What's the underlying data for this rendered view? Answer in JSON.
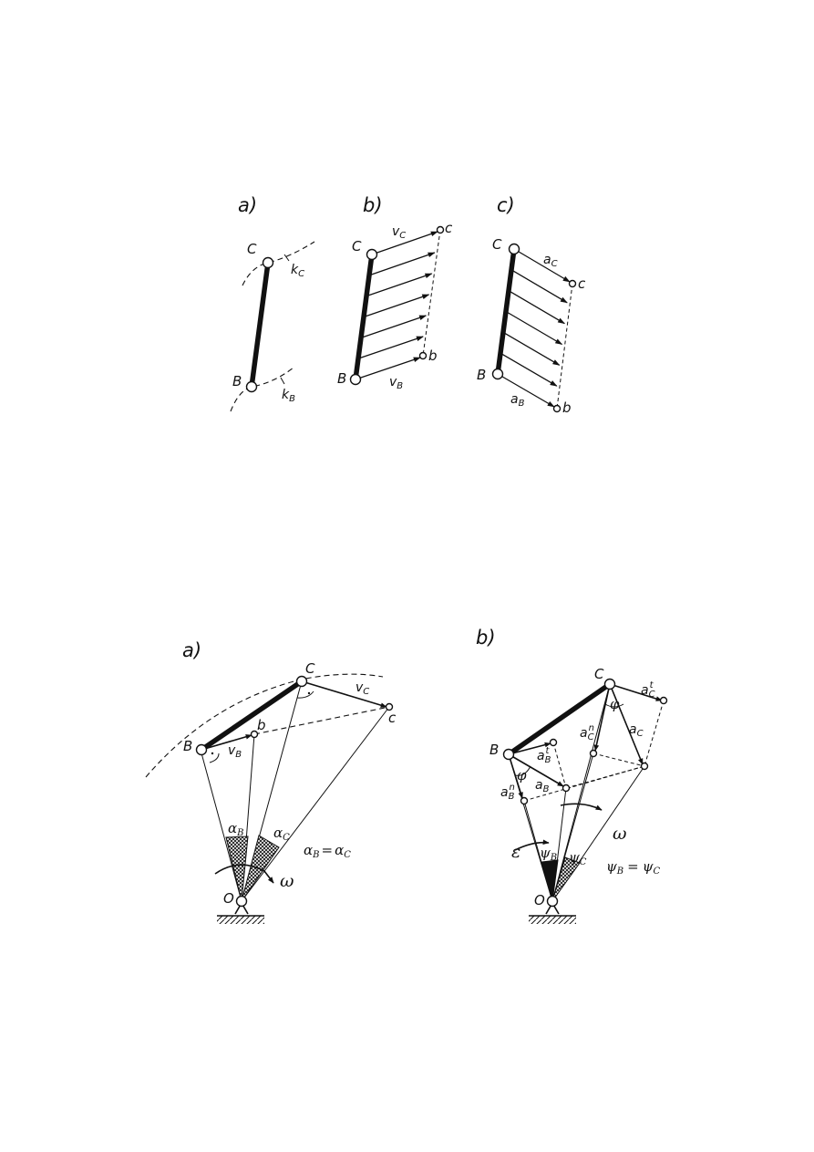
{
  "figure1": {
    "panel_labels": [
      "a)",
      "b)",
      "c)"
    ],
    "a": {
      "C": "C",
      "B": "B",
      "kC": "k",
      "kC_sub": "C",
      "kB": "k",
      "kB_sub": "B"
    },
    "b": {
      "C": "C",
      "B": "B",
      "c": "c",
      "b": "b",
      "vC": "v",
      "vC_sub": "C",
      "vB": "v",
      "vB_sub": "B"
    },
    "c": {
      "C": "C",
      "B": "B",
      "c": "c",
      "b": "b",
      "aC": "a",
      "aC_sub": "C",
      "aB": "a",
      "aB_sub": "B"
    }
  },
  "figure2": {
    "panel_labels": [
      "a)",
      "b)"
    ],
    "a": {
      "C": "C",
      "B": "B",
      "O": "O",
      "c": "c",
      "b": "b",
      "vC": "v",
      "vC_sub": "C",
      "vB": "v",
      "vB_sub": "B",
      "alphaB": "α",
      "alphaB_sub": "B",
      "alphaC": "α",
      "alphaC_sub": "C",
      "eq_lhs": "α",
      "eq_lhs_sub": "B",
      "eq_mid": "=",
      "eq_rhs": "α",
      "eq_rhs_sub": "C",
      "omega": "ω"
    },
    "b": {
      "C": "C",
      "B": "B",
      "O": "O",
      "aCt": "a",
      "aCt_sub": "C",
      "aCt_sup": "t",
      "aCn": "a",
      "aCn_sub": "C",
      "aCn_sup": "n",
      "aC": "a",
      "aC_sub": "C",
      "aBt": "a",
      "aBt_sub": "B",
      "aBt_sup": "t",
      "aBn": "a",
      "aBn_sub": "B",
      "aBn_sup": "n",
      "aB": "a",
      "aB_sub": "B",
      "phi1": "φ",
      "phi2": "φ",
      "epsilon": "ε",
      "omega": "ω",
      "psiB": "ψ",
      "psiB_sub": "B",
      "psiC": "ψ",
      "psiC_sub": "C",
      "eq_lhs": "ψ",
      "eq_lhs_sub": "B",
      "eq_mid": "=",
      "eq_rhs": "ψ",
      "eq_rhs_sub": "C"
    }
  }
}
